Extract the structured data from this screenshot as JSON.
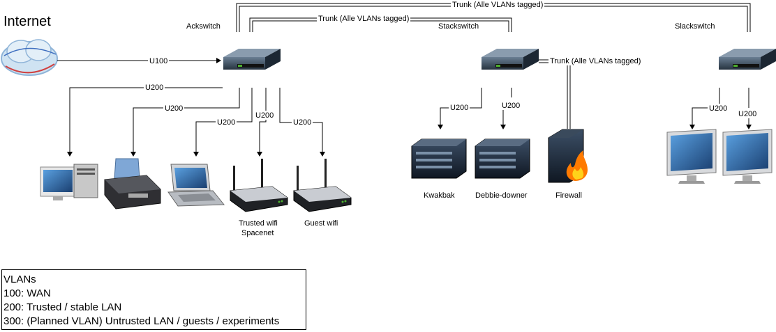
{
  "diagram": {
    "internet_label": "Internet",
    "switches": [
      {
        "id": "ackswitch",
        "label": "Ackswitch"
      },
      {
        "id": "stackswitch",
        "label": "Stackswitch"
      },
      {
        "id": "slackswitch",
        "label": "Slackswitch"
      }
    ],
    "links": {
      "internet_ack": "U100",
      "ack_pc": "U200",
      "ack_printer": "U200",
      "ack_laptop": "U200",
      "ack_trusted_wifi": "U200",
      "ack_guest_wifi": "U200",
      "stack_kwakbak": "U200",
      "stack_debbie": "U200",
      "slack_monitor1": "U200",
      "slack_monitor2": "U200",
      "trunk_ack_slack": "Trunk (Alle VLANs tagged)",
      "trunk_ack_stack": "Trunk (Alle VLANs tagged)",
      "trunk_stack_firewall": "Trunk (Alle VLANs tagged)"
    },
    "devices": {
      "trusted_wifi_line1": "Trusted wifi",
      "trusted_wifi_line2": "Spacenet",
      "guest_wifi": "Guest wifi",
      "kwakbak": "Kwakbak",
      "debbie": "Debbie-downer",
      "firewall": "Firewall"
    }
  },
  "legend": {
    "title": "VLANs",
    "items": [
      "100: WAN",
      "200: Trusted / stable LAN",
      "300: (Planned VLAN) Untrusted LAN / guests / experiments"
    ]
  },
  "colors": {
    "line": "#000000",
    "switch_body": "#2e3f52",
    "switch_port": "#4caf2e",
    "monitor_screen": "#2f6fb0",
    "server_body": "#1d2a3a",
    "firewall_flame": "#ff7a00"
  }
}
